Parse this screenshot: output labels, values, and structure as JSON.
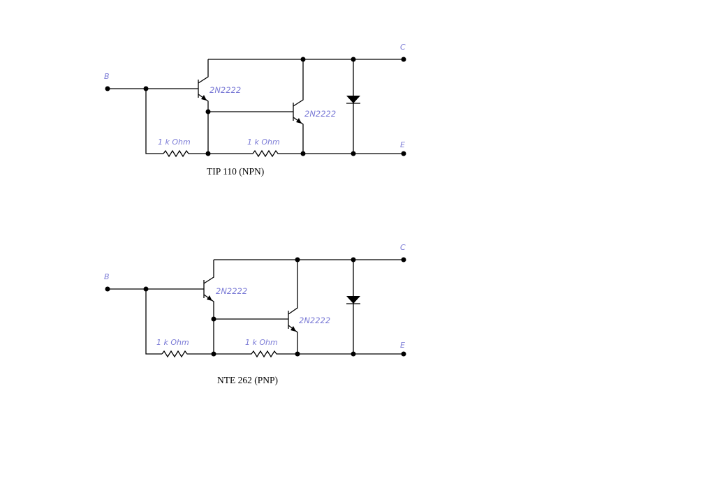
{
  "circuits": [
    {
      "caption": "TIP 110 (NPN)",
      "base_label": "B",
      "collector_label": "C",
      "emitter_label": "E",
      "transistor1": "2N2222",
      "transistor2": "2N2222",
      "resistor1": "1 k Ohm",
      "resistor2": "1 k Ohm"
    },
    {
      "caption": "NTE 262 (PNP)",
      "base_label": "B",
      "collector_label": "C",
      "emitter_label": "E",
      "transistor1": "2N2222",
      "transistor2": "2N2222",
      "resistor1": "1 k Ohm",
      "resistor2": "1 k Ohm"
    }
  ]
}
